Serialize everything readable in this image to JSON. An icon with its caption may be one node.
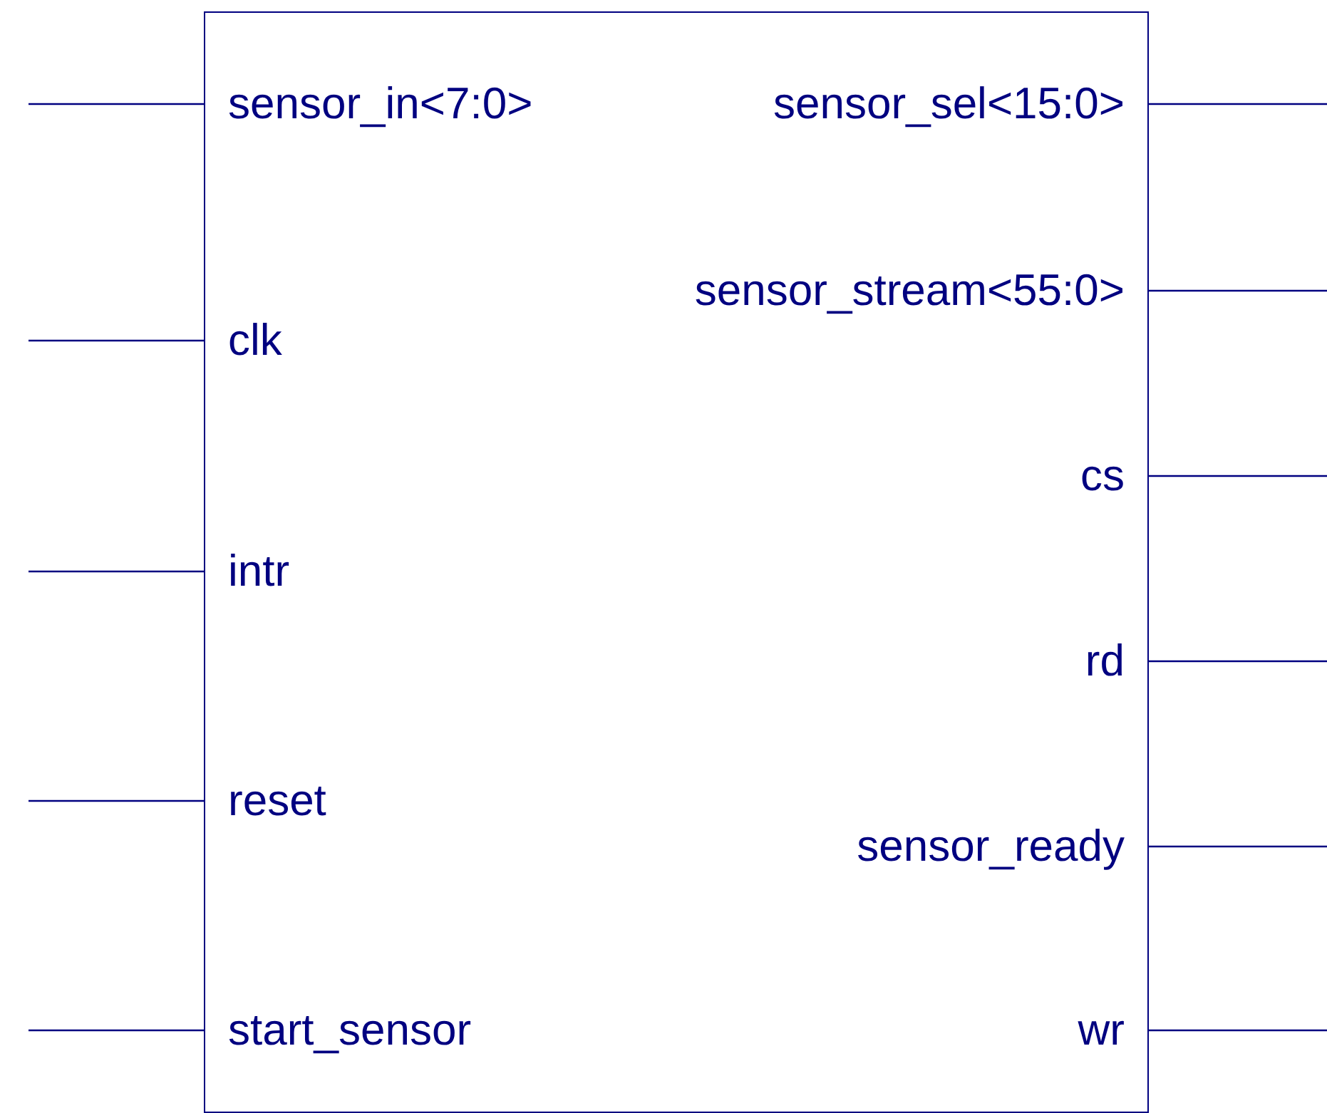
{
  "diagram": {
    "nodes": [
      {
        "text": [],
        "shape": "box"
      },
      {
        "text": [
          "sensor_in<7:0>"
        ],
        "in": 0
      },
      {
        "text": [
          "sensor_sel<15:0>"
        ],
        "in": 0
      },
      {
        "text": [
          "sensor_stream<55:0>"
        ],
        "in": 0
      },
      {
        "text": [
          "clk"
        ],
        "in": 0
      },
      {
        "text": [
          "cs"
        ],
        "in": 0
      },
      {
        "text": [
          "intr"
        ],
        "in": 0
      },
      {
        "text": [
          "rd"
        ],
        "in": 0
      },
      {
        "text": [
          "reset"
        ],
        "in": 0
      },
      {
        "text": [
          "sensor_ready"
        ],
        "in": 0
      },
      {
        "text": [
          "start_sensor"
        ],
        "in": 0
      },
      {
        "text": [
          "wr"
        ],
        "in": 0
      }
    ],
    "edges": [
      {
        "from": null,
        "to": 1,
        "arrow": "none"
      },
      {
        "from": null,
        "to": 4,
        "arrow": "none"
      },
      {
        "from": null,
        "to": 6,
        "arrow": "none"
      },
      {
        "from": null,
        "to": 8,
        "arrow": "none"
      },
      {
        "from": null,
        "to": 10,
        "arrow": "none"
      },
      {
        "from": 2,
        "to": null,
        "arrow": "none"
      },
      {
        "from": 3,
        "to": null,
        "arrow": "none"
      },
      {
        "from": 5,
        "to": null,
        "arrow": "none"
      },
      {
        "from": 7,
        "to": null,
        "arrow": "none"
      },
      {
        "from": 9,
        "to": null,
        "arrow": "none"
      },
      {
        "from": 11,
        "to": null,
        "arrow": "none"
      }
    ]
  }
}
